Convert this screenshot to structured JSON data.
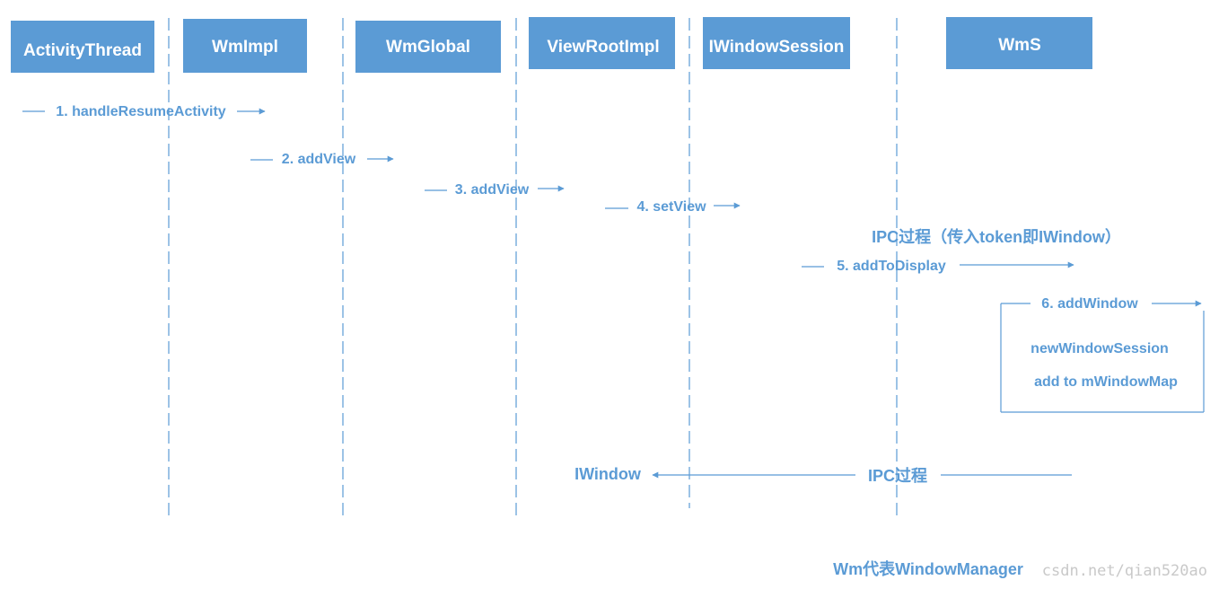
{
  "participants": [
    {
      "label": "ActivityThread"
    },
    {
      "label": "WmImpl"
    },
    {
      "label": "WmGlobal"
    },
    {
      "label": "ViewRootImpl"
    },
    {
      "label": "IWindowSession"
    },
    {
      "label": "WmS"
    }
  ],
  "messages": [
    {
      "label": "1. handleResumeActivity"
    },
    {
      "label": "2. addView"
    },
    {
      "label": "3. addView"
    },
    {
      "label": "4. setView"
    },
    {
      "label": "5. addToDisplay"
    },
    {
      "label": "6. addWindow"
    }
  ],
  "ipc_note": "IPC过程（传入token即IWindow）",
  "wms_actions": [
    "newWindowSession",
    "add to mWindowMap"
  ],
  "return": {
    "label": "IPC过程",
    "target": "IWindow"
  },
  "footnote": "Wm代表WindowManager",
  "watermark": "csdn.net/qian520ao",
  "colors": {
    "accent": "#5b9bd5",
    "box_text": "#ffffff"
  }
}
